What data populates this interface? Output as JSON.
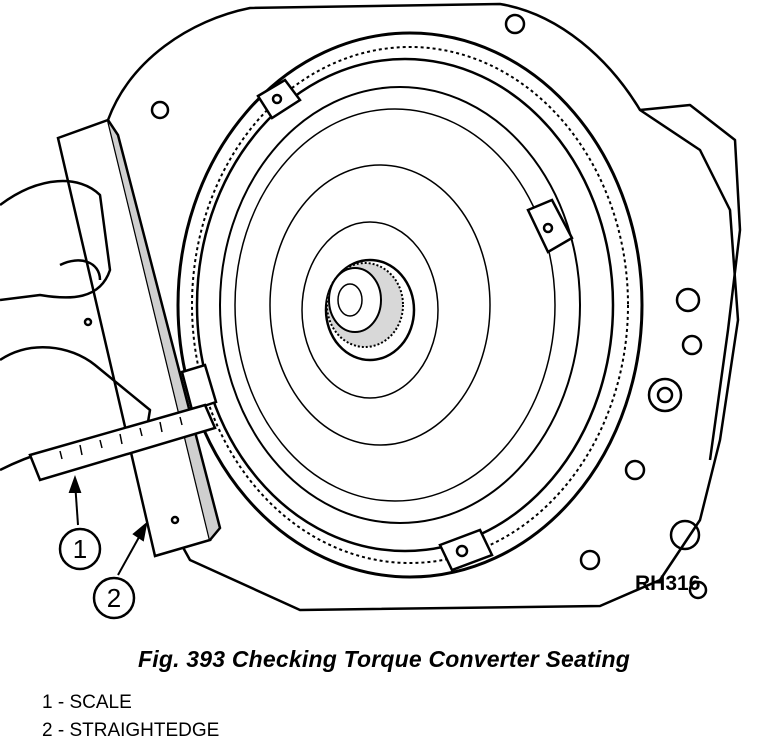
{
  "figure": {
    "code": "RH316",
    "callouts": [
      {
        "number": "1"
      },
      {
        "number": "2"
      }
    ]
  },
  "caption": "Fig. 393 Checking Torque Converter Seating",
  "legend": [
    {
      "text": "1 - SCALE"
    },
    {
      "text": "2 - STRAIGHTEDGE"
    }
  ]
}
